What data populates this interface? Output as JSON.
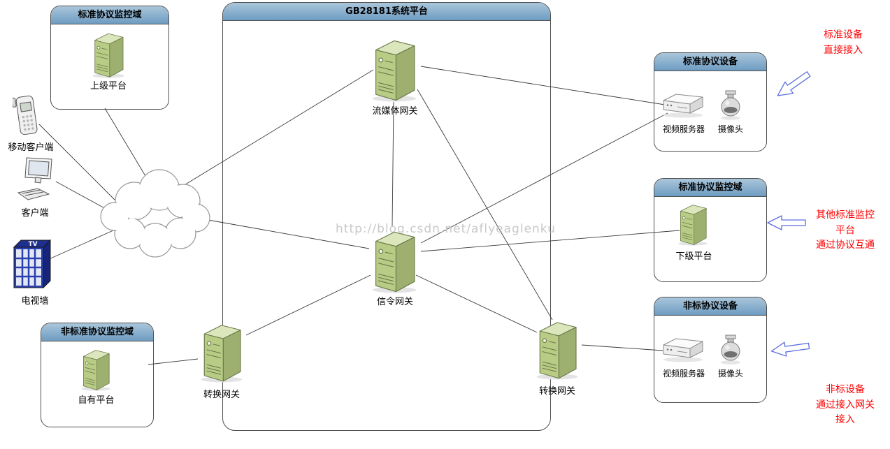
{
  "diagram": {
    "watermark": "http://blog.csdn.net/aflyeaglenku"
  },
  "platform": {
    "title": "GB28181系统平台",
    "media_gateway": "流媒体网关",
    "signal_gateway": "信令网关",
    "convert_gateway_left": "转换网关",
    "convert_gateway_right": "转换网关"
  },
  "domains": {
    "upper": {
      "title": "标准协议监控域",
      "node": "上级平台"
    },
    "own": {
      "title": "非标准协议监控域",
      "node": "自有平台"
    },
    "std_device": {
      "title": "标准协议设备",
      "video_server": "视频服务器",
      "camera": "摄像头"
    },
    "std_domain": {
      "title": "标准协议监控域",
      "node": "下级平台"
    },
    "nonstd_device": {
      "title": "非标协议设备",
      "video_server": "视频服务器",
      "camera": "摄像头"
    }
  },
  "clients": {
    "mobile": "移动客户端",
    "pc": "客户端",
    "tv_wall": "电视墙",
    "tv_badge": "TV"
  },
  "annotations": {
    "std_direct": "标准设备\n直接接入",
    "std_interop": "其他标准监控\n平台\n通过协议互通",
    "nonstd_access": "非标设备\n通过接入网关\n接入"
  },
  "colors": {
    "header_blue": "#6e9cc2",
    "annotation_red": "#ff0000",
    "server_green": "#b9cc86",
    "arrow_blue": "#5b6edc"
  }
}
